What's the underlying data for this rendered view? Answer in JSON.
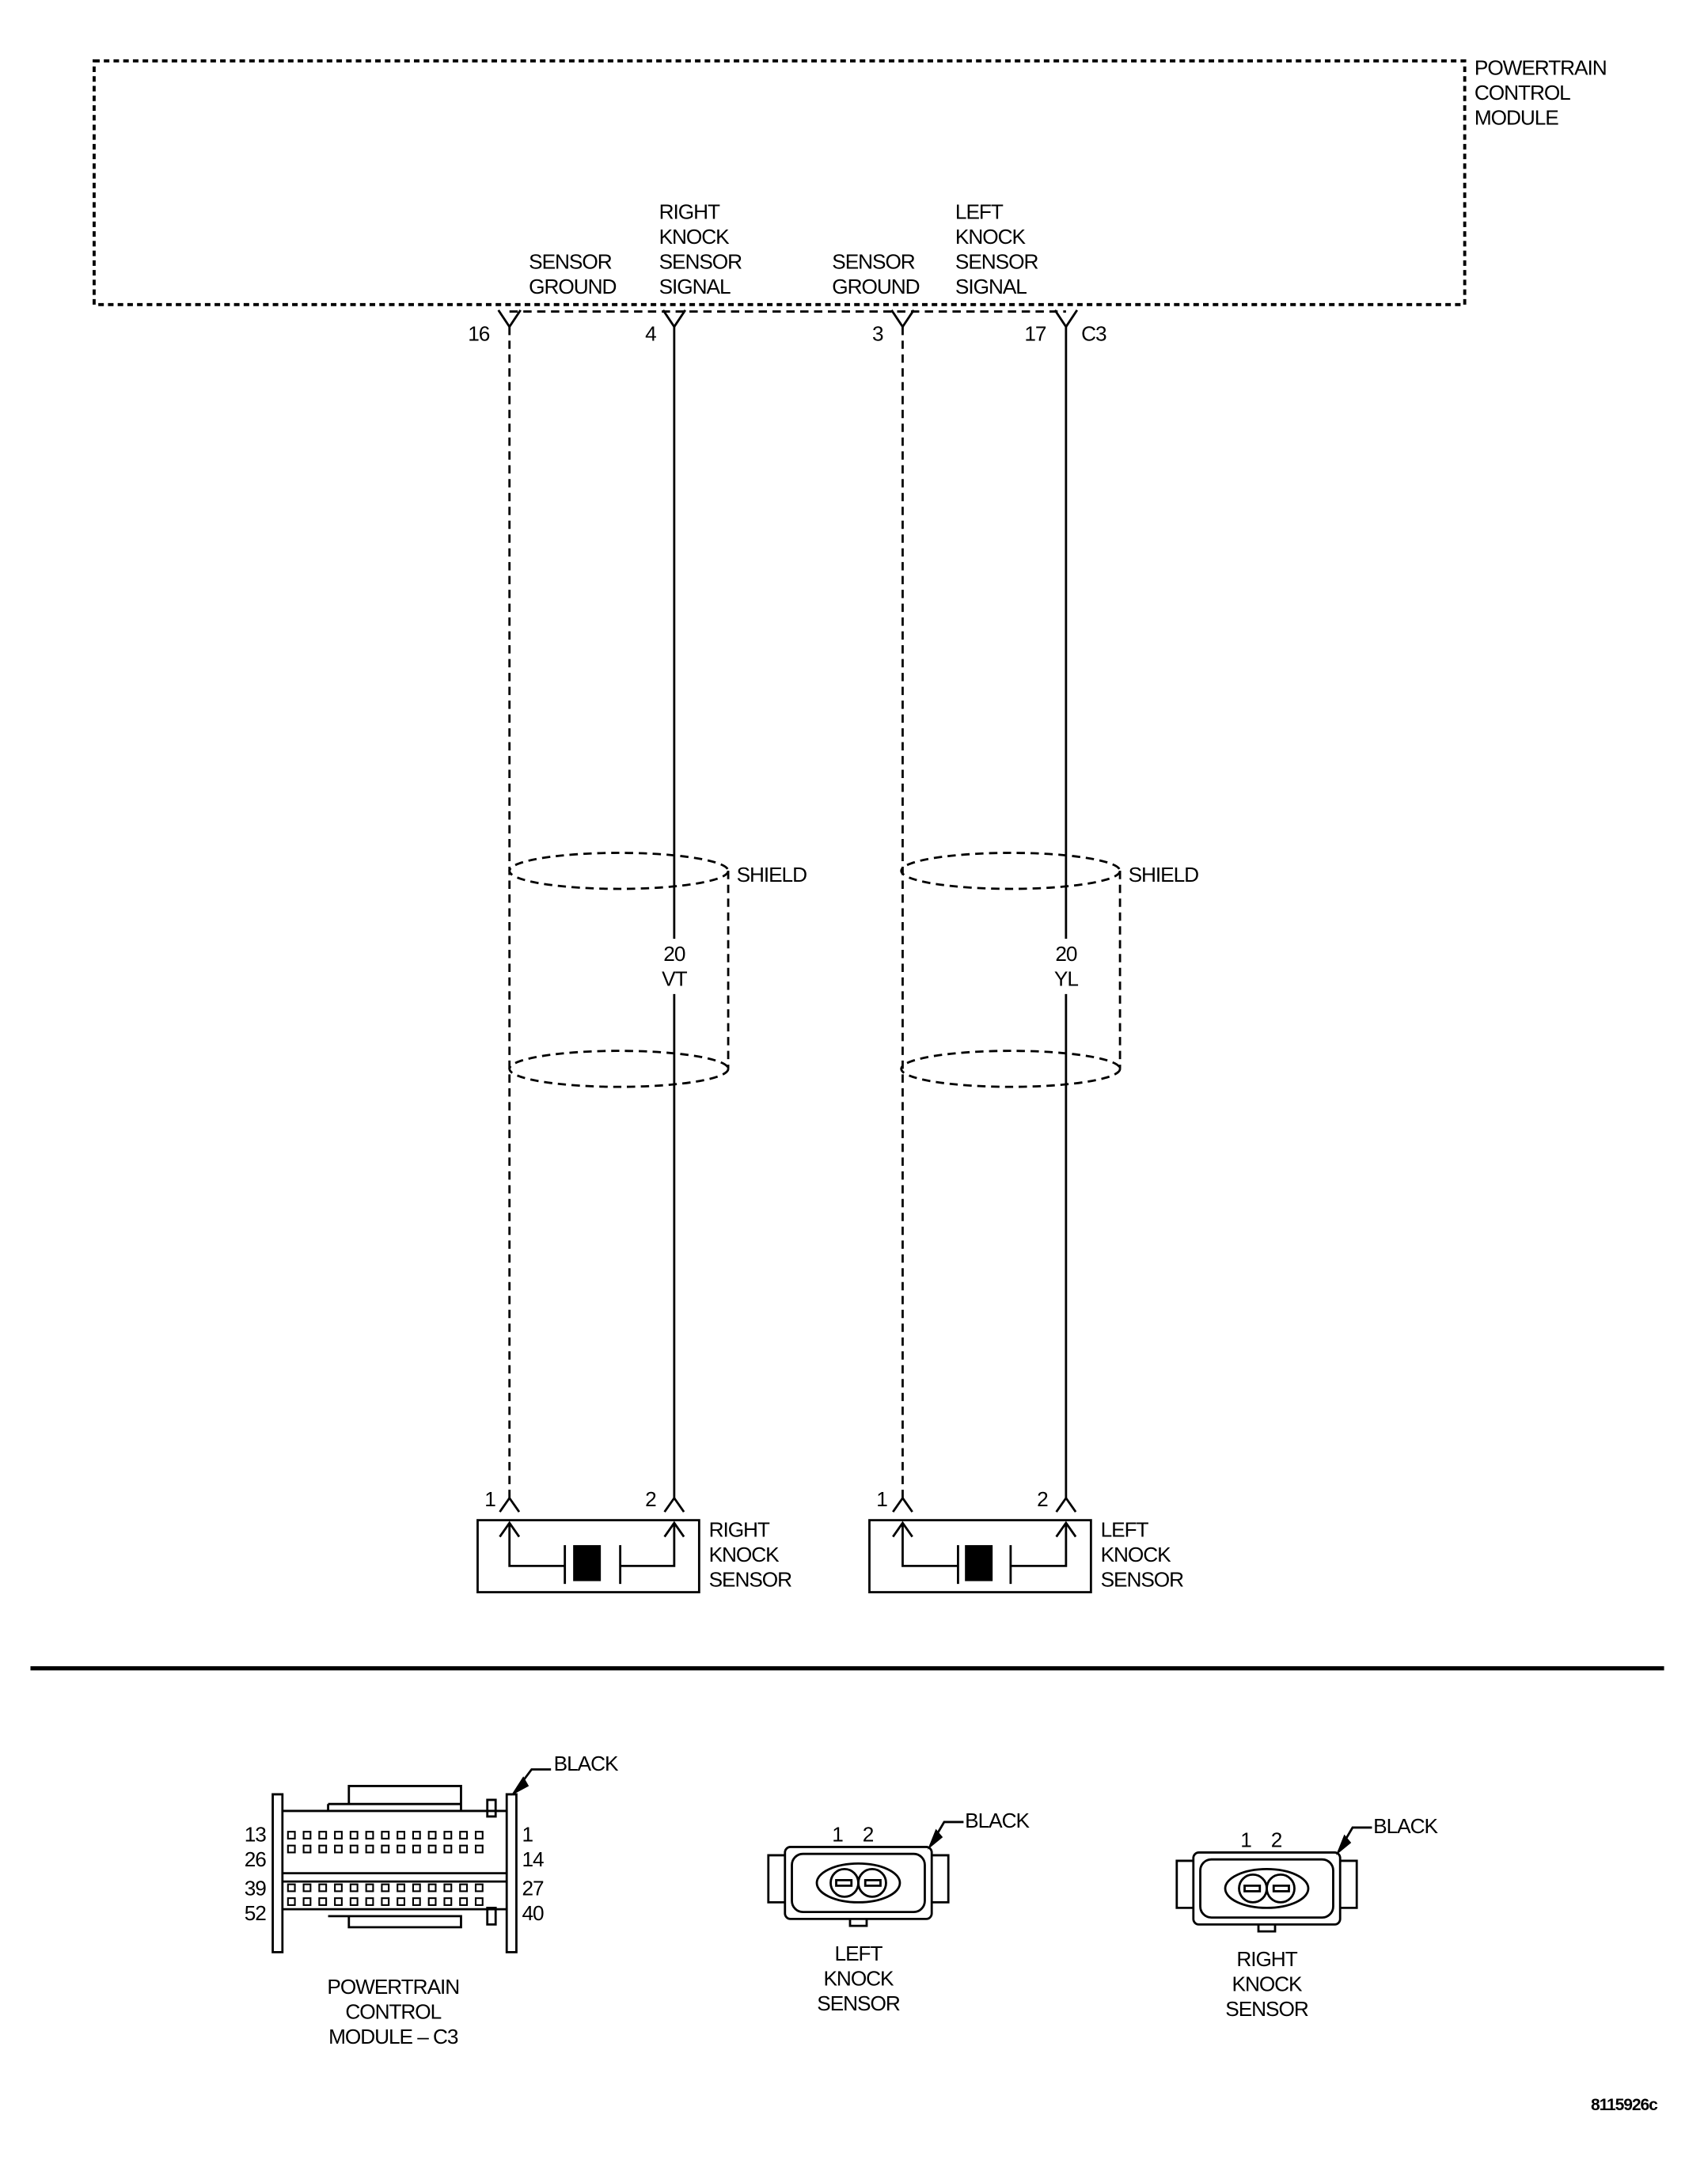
{
  "pcm": {
    "label": [
      "POWERTRAIN",
      "CONTROL",
      "MODULE"
    ],
    "connector": "C3"
  },
  "circuits": [
    {
      "pin": "16",
      "label": [
        "SENSOR",
        "GROUND"
      ],
      "sensor_pin": "1"
    },
    {
      "pin": "4",
      "label": [
        "RIGHT",
        "KNOCK",
        "SENSOR",
        "SIGNAL"
      ],
      "sensor_pin": "2",
      "wire_gauge": "20",
      "wire_color": "VT"
    },
    {
      "pin": "3",
      "label": [
        "SENSOR",
        "GROUND"
      ],
      "sensor_pin": "1"
    },
    {
      "pin": "17",
      "label": [
        "LEFT",
        "KNOCK",
        "SENSOR",
        "SIGNAL"
      ],
      "sensor_pin": "2",
      "wire_gauge": "20",
      "wire_color": "YL"
    }
  ],
  "shield_label": "SHIELD",
  "sensors": [
    {
      "label": [
        "RIGHT",
        "KNOCK",
        "SENSOR"
      ]
    },
    {
      "label": [
        "LEFT",
        "KNOCK",
        "SENSOR"
      ]
    }
  ],
  "connector_views": [
    {
      "label": [
        "POWERTRAIN",
        "CONTROL",
        "MODULE – C3"
      ],
      "color": "BLACK",
      "pin_labels": {
        "left": [
          "13",
          "26",
          "39",
          "52"
        ],
        "right": [
          "1",
          "14",
          "27",
          "40"
        ]
      }
    },
    {
      "label": [
        "LEFT",
        "KNOCK",
        "SENSOR"
      ],
      "color": "BLACK",
      "pins": [
        "1",
        "2"
      ]
    },
    {
      "label": [
        "RIGHT",
        "KNOCK",
        "SENSOR"
      ],
      "color": "BLACK",
      "pins": [
        "1",
        "2"
      ]
    }
  ],
  "figure_id": "8115926c"
}
